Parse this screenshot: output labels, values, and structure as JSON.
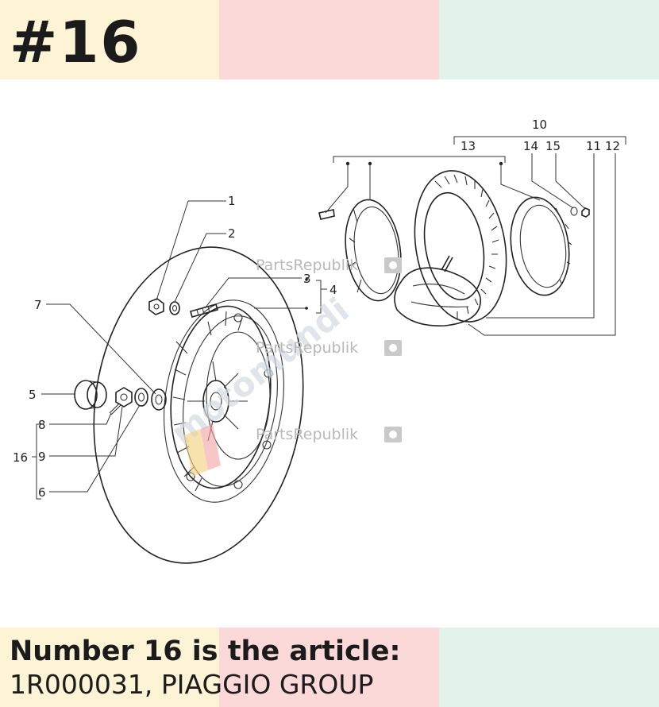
{
  "header": {
    "part_number_label": "#16"
  },
  "caption": {
    "line1": "Number 16 is the article:",
    "line2": "1R000031, PIAGGIO GROUP"
  },
  "colors": {
    "band_yellow": "#fdf4d6",
    "band_pink": "#fbd9d9",
    "band_mint": "#e2f3ec",
    "ink": "#222222"
  },
  "diagram": {
    "callouts": [
      "1",
      "2",
      "3",
      "4",
      "5",
      "6",
      "7",
      "8",
      "9",
      "10",
      "11",
      "12",
      "13",
      "14",
      "15",
      "16"
    ],
    "watermarks": [
      "PartsRepublik",
      "PartsRepublik",
      "PartsRepublik"
    ],
    "diagonal_watermark": "motomundi"
  }
}
